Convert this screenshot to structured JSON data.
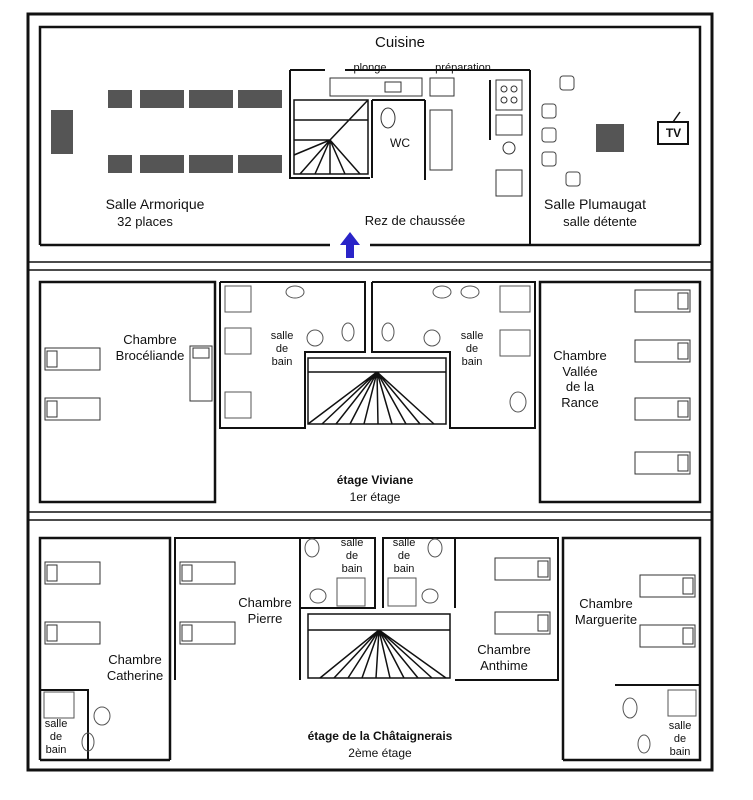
{
  "ground_floor": {
    "kitchen": "Cuisine",
    "dishwashing": "plonge",
    "preparation": "préparation",
    "wc": "WC",
    "room_left": "Salle Armorique",
    "room_left_capacity": "32 places",
    "room_right": "Salle Plumaugat",
    "room_right_sub": "salle détente",
    "floor_name": "Rez de chaussée",
    "tv": "TV"
  },
  "first_floor": {
    "name": "étage Viviane",
    "level": "1er étage",
    "room_left": [
      "Chambre",
      "Brocéliande"
    ],
    "room_right": [
      "Chambre",
      "Vallée",
      "de la",
      "Rance"
    ],
    "bath_left": [
      "salle",
      "de",
      "bain"
    ],
    "bath_right": [
      "salle",
      "de",
      "bain"
    ]
  },
  "second_floor": {
    "name": "étage de la Châtaignerais",
    "level": "2ème étage",
    "room_catherine": [
      "Chambre",
      "Catherine"
    ],
    "room_pierre": [
      "Chambre",
      "Pierre"
    ],
    "room_anthime": [
      "Chambre",
      "Anthime"
    ],
    "room_marguerite": [
      "Chambre",
      "Marguerite"
    ],
    "bath_catherine": [
      "salle",
      "de",
      "bain"
    ],
    "bath_pierre": [
      "salle",
      "de",
      "bain"
    ],
    "bath_anthime": [
      "salle",
      "de",
      "bain"
    ],
    "bath_marguerite": [
      "salle",
      "de",
      "bain"
    ]
  },
  "colors": {
    "wall": "#111111",
    "furniture": "#555555",
    "arrow": "#2a24c8"
  }
}
